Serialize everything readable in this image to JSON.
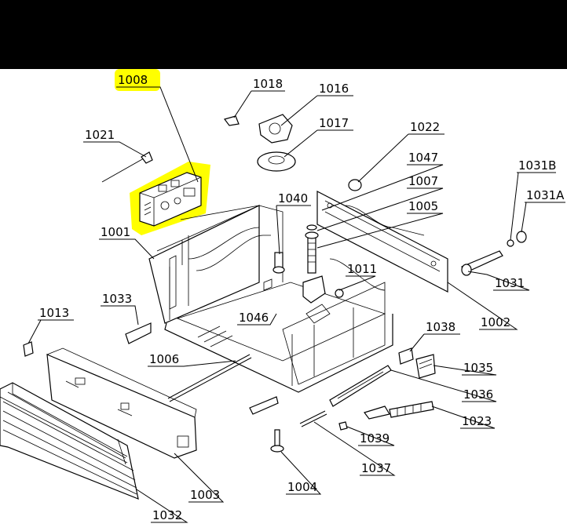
{
  "colors": {
    "highlight": "#ffff00",
    "background": "#ffffff",
    "header": "#000000"
  },
  "labels": {
    "p1008": "1008",
    "p1018": "1018",
    "p1016": "1016",
    "p1017": "1017",
    "p1021": "1021",
    "p1022": "1022",
    "p1047": "1047",
    "p1007": "1007",
    "p1005": "1005",
    "p1040": "1040",
    "p1031B": "1031B",
    "p1031A": "1031A",
    "p1001": "1001",
    "p1011": "1011",
    "p1031": "1031",
    "p1033": "1033",
    "p1046": "1046",
    "p1002": "1002",
    "p1013": "1013",
    "p1038": "1038",
    "p1006": "1006",
    "p1035": "1035",
    "p1036": "1036",
    "p1023": "1023",
    "p1039": "1039",
    "p1003": "1003",
    "p1004": "1004",
    "p1037": "1037",
    "p1032": "1032"
  }
}
